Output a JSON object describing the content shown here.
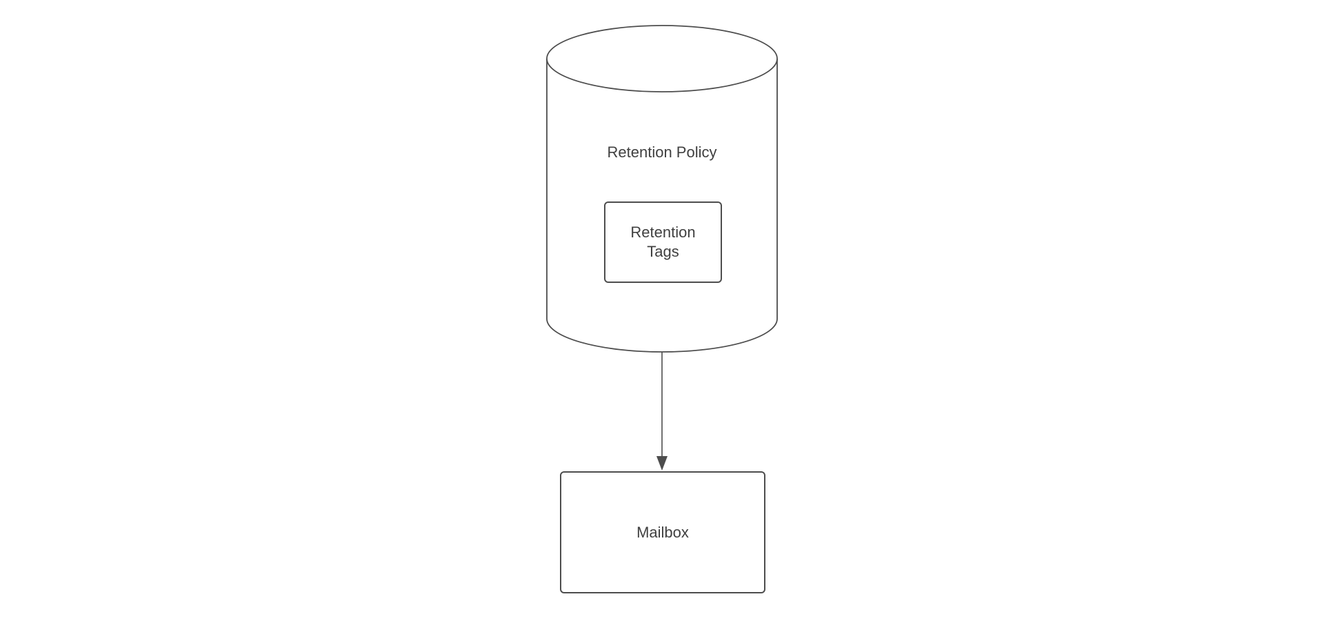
{
  "diagram": {
    "background_color": "#ffffff",
    "stroke_color": "#4d4d4d",
    "text_color": "#404040",
    "nodes": {
      "retention_policy": {
        "shape": "cylinder",
        "label": "Retention Policy"
      },
      "retention_tags": {
        "shape": "rounded-rectangle",
        "label": "Retention Tags"
      },
      "mailbox": {
        "shape": "rounded-rectangle",
        "label": "Mailbox"
      }
    },
    "edges": [
      {
        "from": "retention_policy",
        "to": "mailbox",
        "style": "solid",
        "arrowhead": "filled-triangle",
        "direction": "down"
      }
    ]
  }
}
